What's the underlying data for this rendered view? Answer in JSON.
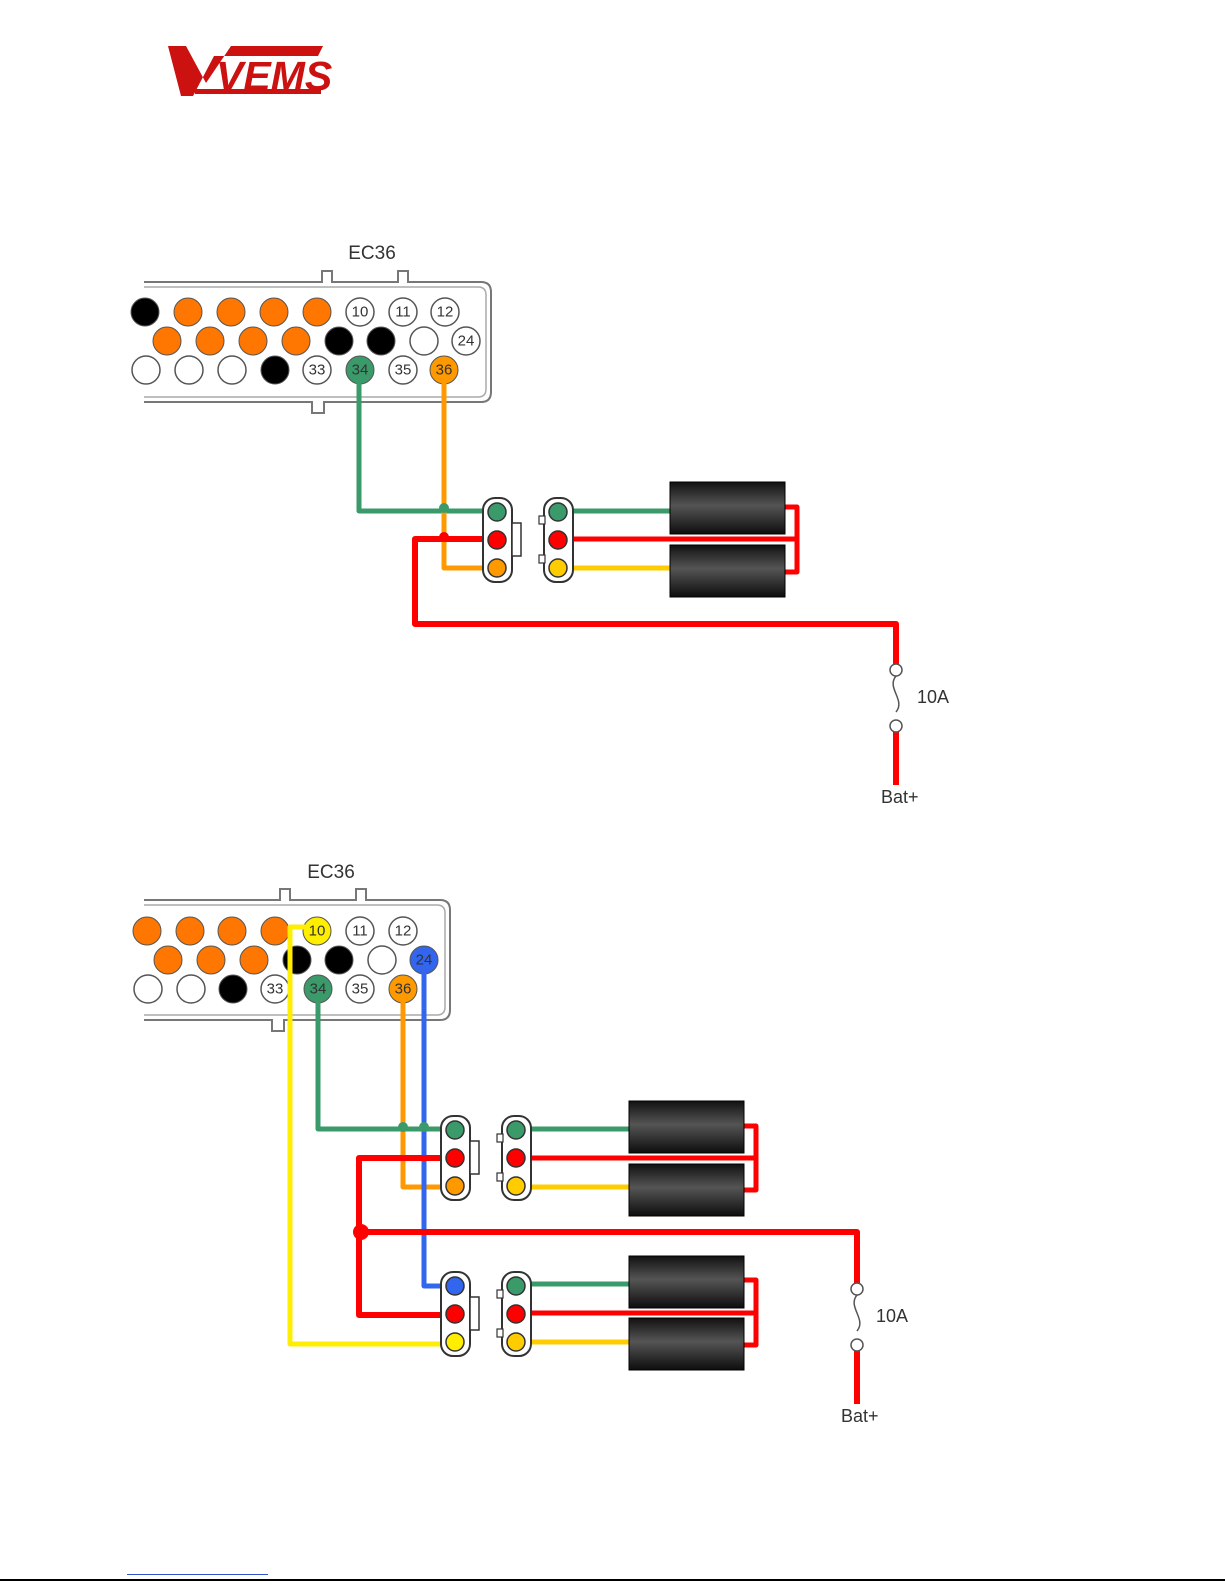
{
  "logo": {
    "text": "VEMS",
    "color": "#cc1111"
  },
  "diagrams": [
    {
      "connector_label": "EC36",
      "fuse_label": "10A",
      "battery_label": "Bat+",
      "pins_row1": [
        "",
        "",
        "",
        "",
        "",
        "10",
        "11",
        "12"
      ],
      "pins_row2": [
        "",
        "",
        "",
        "",
        "",
        "",
        "",
        "24"
      ],
      "pins_row3": [
        "",
        "",
        "",
        "",
        "33",
        "34",
        "35",
        "36"
      ]
    },
    {
      "connector_label": "EC36",
      "fuse_label": "10A",
      "battery_label": "Bat+",
      "pins_row1": [
        "",
        "",
        "",
        "",
        "10",
        "11",
        "12"
      ],
      "pins_row2": [
        "",
        "",
        "",
        "",
        "",
        "",
        "",
        "24"
      ],
      "pins_row3": [
        "",
        "",
        "",
        "33",
        "34",
        "35",
        "36"
      ]
    }
  ],
  "colors": {
    "wire_red": "#ff0000",
    "wire_green": "#3a9a6a",
    "wire_orange": "#ff9900",
    "wire_yellow": "#ffee00",
    "wire_blue": "#3366ee",
    "pin_orange": "#ff7700",
    "pin_black": "#000000",
    "coil_dark": "#1a1a1a"
  }
}
